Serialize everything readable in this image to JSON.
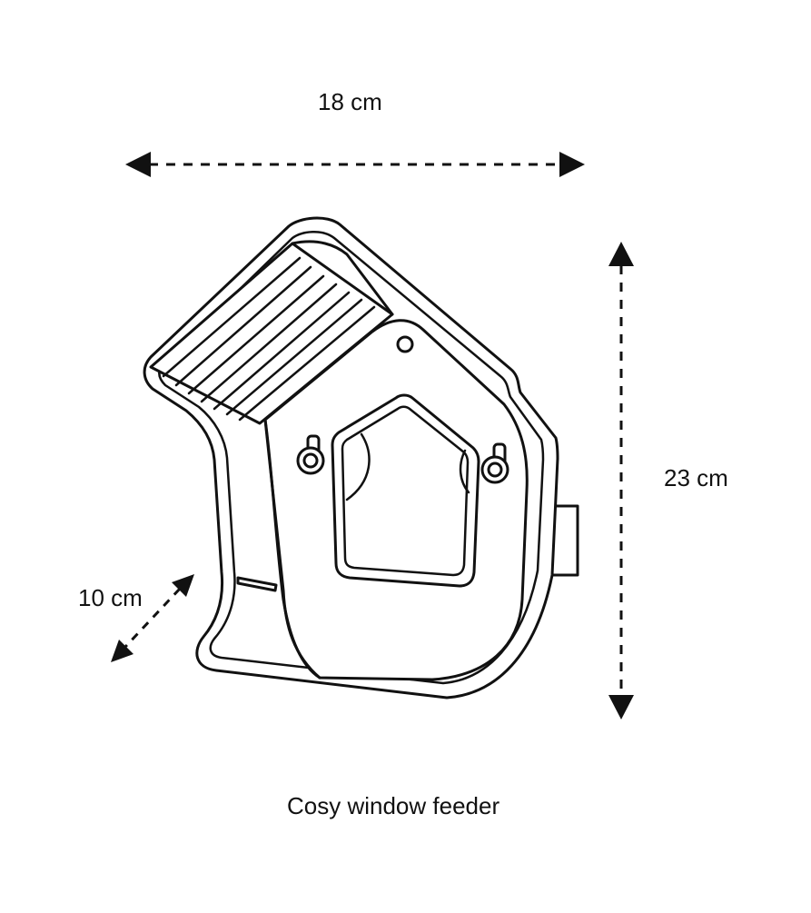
{
  "dimensions": {
    "width_label": "18 cm",
    "height_label": "23 cm",
    "depth_label": "10 cm"
  },
  "caption": "Cosy window feeder",
  "colors": {
    "line": "#111111",
    "fill": "#ffffff",
    "background": "#ffffff"
  },
  "icons": {
    "product": "bird-feeder-house-icon"
  }
}
